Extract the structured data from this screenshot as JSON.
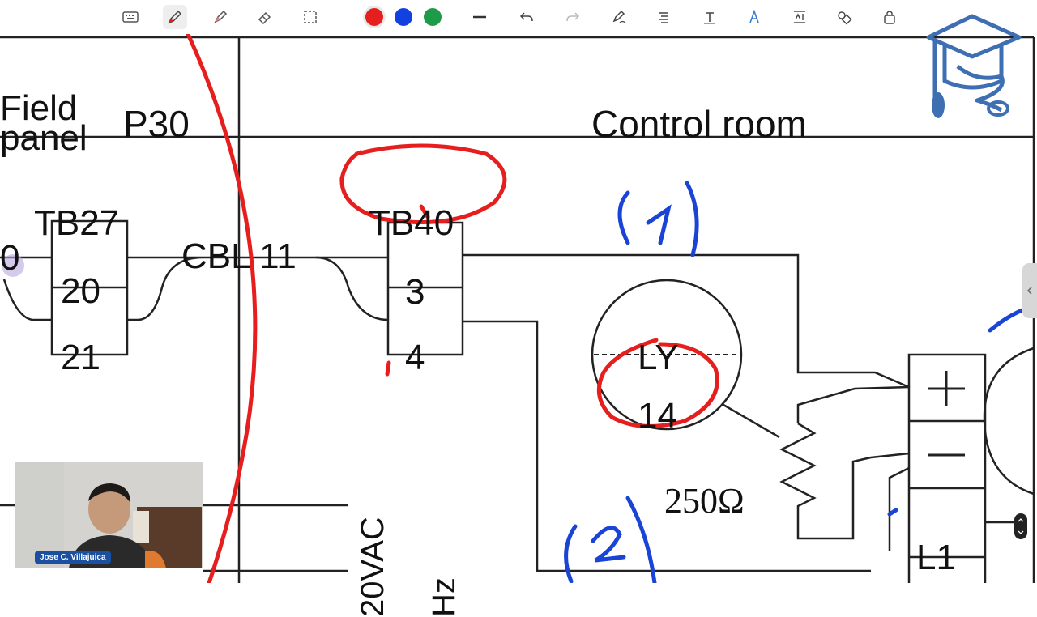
{
  "toolbar": {
    "tools": [
      {
        "name": "keyboard-icon",
        "label": "Keyboard"
      },
      {
        "name": "pen-icon",
        "label": "Pen"
      },
      {
        "name": "highlighter-icon",
        "label": "Highlighter"
      },
      {
        "name": "eraser-icon",
        "label": "Eraser"
      },
      {
        "name": "lasso-select-icon",
        "label": "Lasso select"
      }
    ],
    "colors": {
      "red": "#e61e1e",
      "blue": "#1340e0",
      "green": "#1f9a48"
    },
    "selected_color": "red",
    "actions": [
      {
        "name": "line-thickness-icon"
      },
      {
        "name": "undo-icon"
      },
      {
        "name": "redo-icon"
      },
      {
        "name": "shape-pen-icon"
      },
      {
        "name": "text-align-icon"
      },
      {
        "name": "text-tool-icon"
      },
      {
        "name": "ink-to-text-icon"
      },
      {
        "name": "spacing-icon"
      },
      {
        "name": "shapes-icon"
      },
      {
        "name": "lock-icon"
      }
    ]
  },
  "diagram": {
    "header_left": "Field panel P30",
    "header_left_line1": "Field",
    "header_left_line2": "panel",
    "header_left_tag": "P30",
    "header_right": "Control room",
    "tb27_label": "TB27",
    "tb27_terminals": [
      "20",
      "21"
    ],
    "cable_label": "CBL 11",
    "tb40_label": "TB40",
    "tb40_terminals": [
      "3",
      "4"
    ],
    "instrument_top": "LY",
    "instrument_bottom": "14",
    "resistor_label": "250Ω",
    "module_terminals": [
      "+",
      "−",
      "L1"
    ],
    "left_cut_label": "0",
    "supply_label": "20VAC",
    "freq_label": "Hz",
    "annotation_1": "(1)",
    "annotation_2": "(2)"
  },
  "webcam": {
    "presenter_name": "Jose C. Villajuica"
  },
  "colors": {
    "ink_red": "#e61e1e",
    "ink_blue": "#1a44d6",
    "line": "#222222",
    "logo_blue": "#3f6fb3"
  }
}
